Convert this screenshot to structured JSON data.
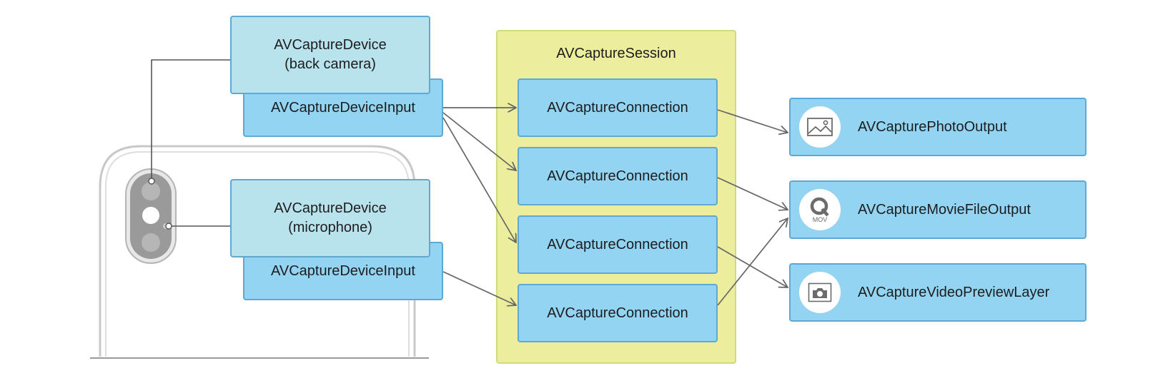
{
  "session": {
    "title": "AVCaptureSession"
  },
  "devices": [
    {
      "line1": "AVCaptureDevice",
      "line2": "(back camera)"
    },
    {
      "line1": "AVCaptureDevice",
      "line2": "(microphone)"
    }
  ],
  "inputs": [
    {
      "label": "AVCaptureDeviceInput"
    },
    {
      "label": "AVCaptureDeviceInput"
    }
  ],
  "connections": [
    {
      "label": "AVCaptureConnection"
    },
    {
      "label": "AVCaptureConnection"
    },
    {
      "label": "AVCaptureConnection"
    },
    {
      "label": "AVCaptureConnection"
    }
  ],
  "outputs": [
    {
      "label": "AVCapturePhotoOutput",
      "icon": "photo-icon"
    },
    {
      "label": "AVCaptureMovieFileOutput",
      "icon": "quicktime-mov-icon",
      "icon_text": "MOV"
    },
    {
      "label": "AVCaptureVideoPreviewLayer",
      "icon": "camera-icon"
    }
  ],
  "colors": {
    "input_fill": "#93d4f2",
    "device_fill": "#b9e3ec",
    "session_fill": "#ecee9e",
    "arrow": "#666666"
  }
}
